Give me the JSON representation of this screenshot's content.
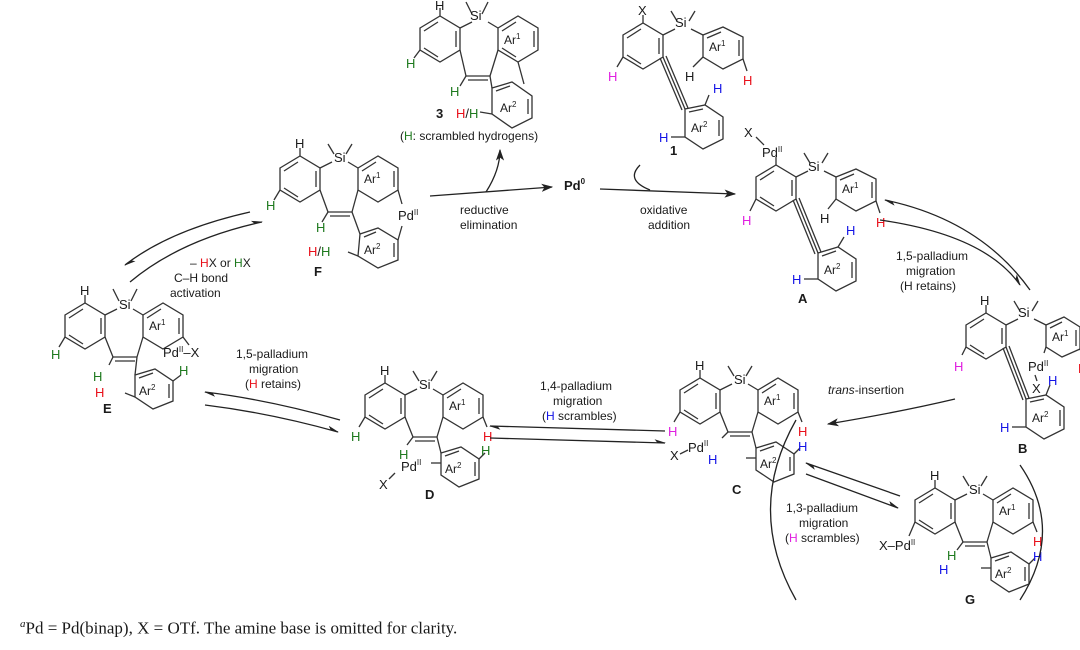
{
  "colors": {
    "red": "#e8101a",
    "green": "#1e7a1e",
    "blue": "#1414e6",
    "magenta": "#e020e0",
    "black": "#1a1a1a"
  },
  "atoms": {
    "si": "Si",
    "h": "H",
    "x": "X",
    "pd": "Pd",
    "pd_ox": "II",
    "pd0_sup": "0",
    "ar": "Ar",
    "ar1_sup": "1",
    "ar2_sup": "2",
    "slash": "/"
  },
  "compounds": {
    "product": {
      "id": "3",
      "note_open": "(",
      "note_h": "H",
      "note_rest": ": scrambled hydrogens)"
    },
    "substrate": {
      "id": "1"
    },
    "A": {
      "id": "A"
    },
    "B": {
      "id": "B"
    },
    "C": {
      "id": "C"
    },
    "D": {
      "id": "D"
    },
    "E": {
      "id": "E"
    },
    "F": {
      "id": "F"
    },
    "G": {
      "id": "G"
    }
  },
  "pd0": {
    "label": "Pd"
  },
  "steps": {
    "reductive_elimination": [
      "reductive",
      "elimination"
    ],
    "oxidative_addition": [
      "oxidative",
      "addition"
    ],
    "pd15_AB": [
      "1,5-palladium",
      "migration",
      "(H retains)"
    ],
    "trans_insertion": {
      "italic": "trans",
      "rest": "-insertion"
    },
    "pd14": {
      "line1": "1,4-palladium",
      "line2": "migration",
      "line3_open": "(",
      "line3_h": "H",
      "line3_rest": " scrambles)"
    },
    "pd15_DE": {
      "line1": "1,5-palladium",
      "line2": "migration",
      "line3_open": "(",
      "line3_h": "H",
      "line3_rest": " retains)"
    },
    "pd13": {
      "line1": "1,3-palladium",
      "line2": "migration",
      "line3_open": "(",
      "line3_h": "H",
      "line3_rest": " scrambles)"
    },
    "ch_activation": {
      "line1_dash": "– ",
      "line1_h1": "H",
      "line1_mid": "X or ",
      "line1_h2": "H",
      "line1_end": "X",
      "line2": "C–H bond",
      "line3": "activation"
    }
  },
  "footnote": {
    "marker": "a",
    "text": "Pd = Pd(binap), X = OTf. The amine base is omitted for clarity."
  }
}
